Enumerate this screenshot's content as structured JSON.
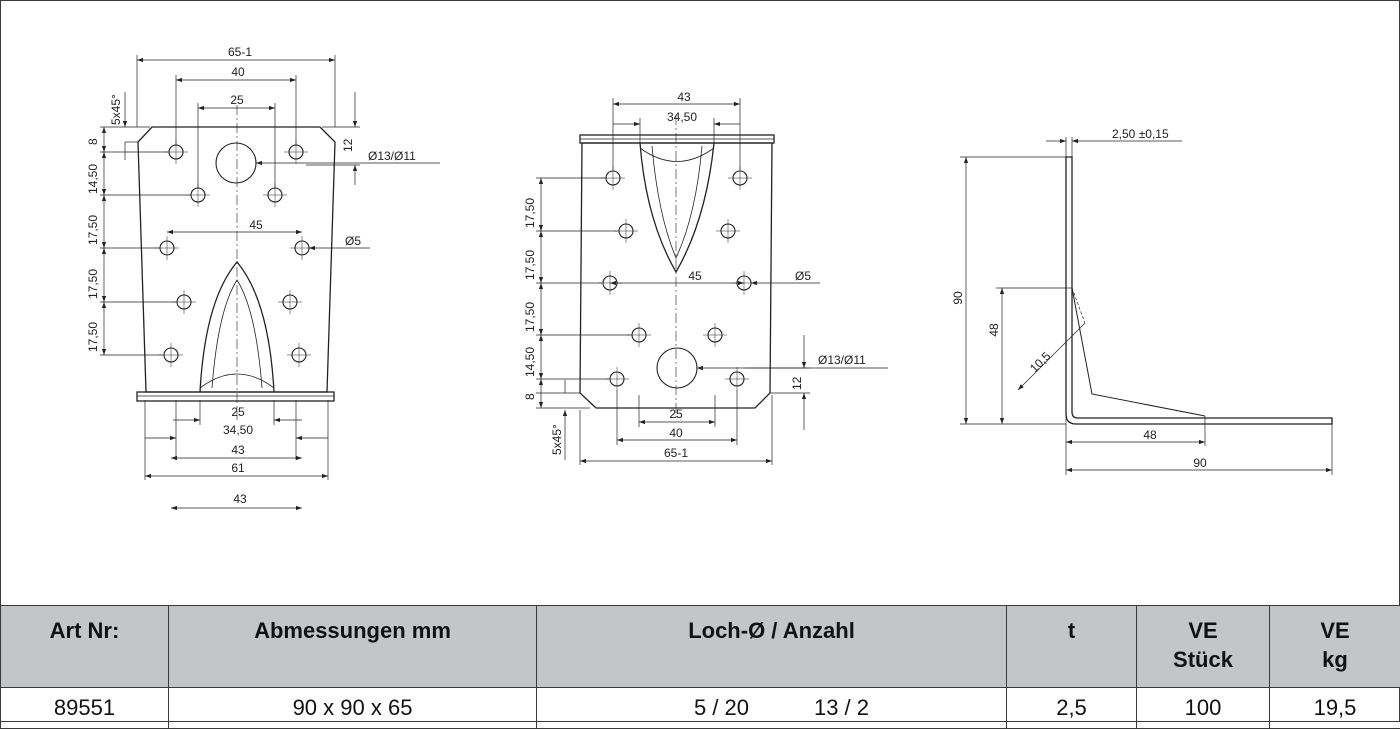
{
  "drawing": {
    "front_view": {
      "width_top": "65-1",
      "spacing_40": "40",
      "spacing_25_top": "25",
      "chamfer": "5x45°",
      "edge_8": "8",
      "edge_12": "12",
      "hole_large": "Ø13/Ø11",
      "row_14_50": "14,50",
      "row_17_50_a": "17,50",
      "row_17_50_b": "17,50",
      "row_17_50_c": "17,50",
      "hole_small": "Ø5",
      "spacing_45": "45",
      "bottom_25": "25",
      "bottom_34_50": "34,50",
      "bottom_43": "43",
      "bottom_61": "61",
      "base_43": "43"
    },
    "rear_view": {
      "top_43": "43",
      "top_34_50": "34,50",
      "row_17_50_a": "17,50",
      "row_17_50_b": "17,50",
      "row_17_50_c": "17,50",
      "row_14_50": "14,50",
      "edge_8": "8",
      "chamfer": "5x45°",
      "spacing_45": "45",
      "hole_small": "Ø5",
      "hole_large": "Ø13/Ø11",
      "edge_12": "12",
      "bottom_25": "25",
      "bottom_40": "40",
      "bottom_65": "65-1"
    },
    "side_view": {
      "thickness": "2,50 ±0,15",
      "height_90": "90",
      "rib_48_v": "48",
      "rib_10_5": "10,5",
      "rib_48_h": "48",
      "length_90": "90"
    }
  },
  "table": {
    "headers": [
      "Art Nr:",
      "Abmessungen mm",
      "Loch-Ø / Anzahl",
      "t",
      "VE Stück",
      "VE kg"
    ],
    "header_lines": {
      "ve_stueck": [
        "VE",
        "Stück"
      ],
      "ve_kg": [
        "VE",
        "kg"
      ]
    },
    "row": {
      "art_nr": "89551",
      "abmessungen": "90 x 90 x 65",
      "loch_a": "5 / 20",
      "loch_b": "13 / 2",
      "t": "2,5",
      "ve_stueck": "100",
      "ve_kg": "19,5"
    }
  }
}
